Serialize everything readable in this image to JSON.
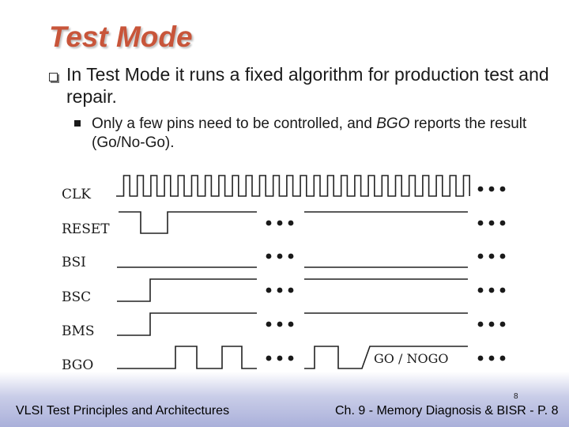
{
  "slide": {
    "title": "Test Mode",
    "bullet_main": "In Test Mode it runs a fixed algorithm for production test and repair.",
    "bullet_sub_prefix": "Only a few pins need to be controlled, and ",
    "bullet_sub_em": "BGO",
    "bullet_sub_suffix": " reports the result (Go/No-Go).",
    "footer_left": "VLSI Test Principles and Architectures",
    "footer_right": "Ch. 9 - Memory Diagnosis & BISR - P. 8",
    "page_number": "8"
  },
  "diagram": {
    "signals": [
      {
        "name": "CLK"
      },
      {
        "name": "RESET"
      },
      {
        "name": "BSI"
      },
      {
        "name": "BSC"
      },
      {
        "name": "BMS"
      },
      {
        "name": "BGO"
      }
    ],
    "result_label": "GO / NOGO",
    "ellipsis": "•••"
  }
}
